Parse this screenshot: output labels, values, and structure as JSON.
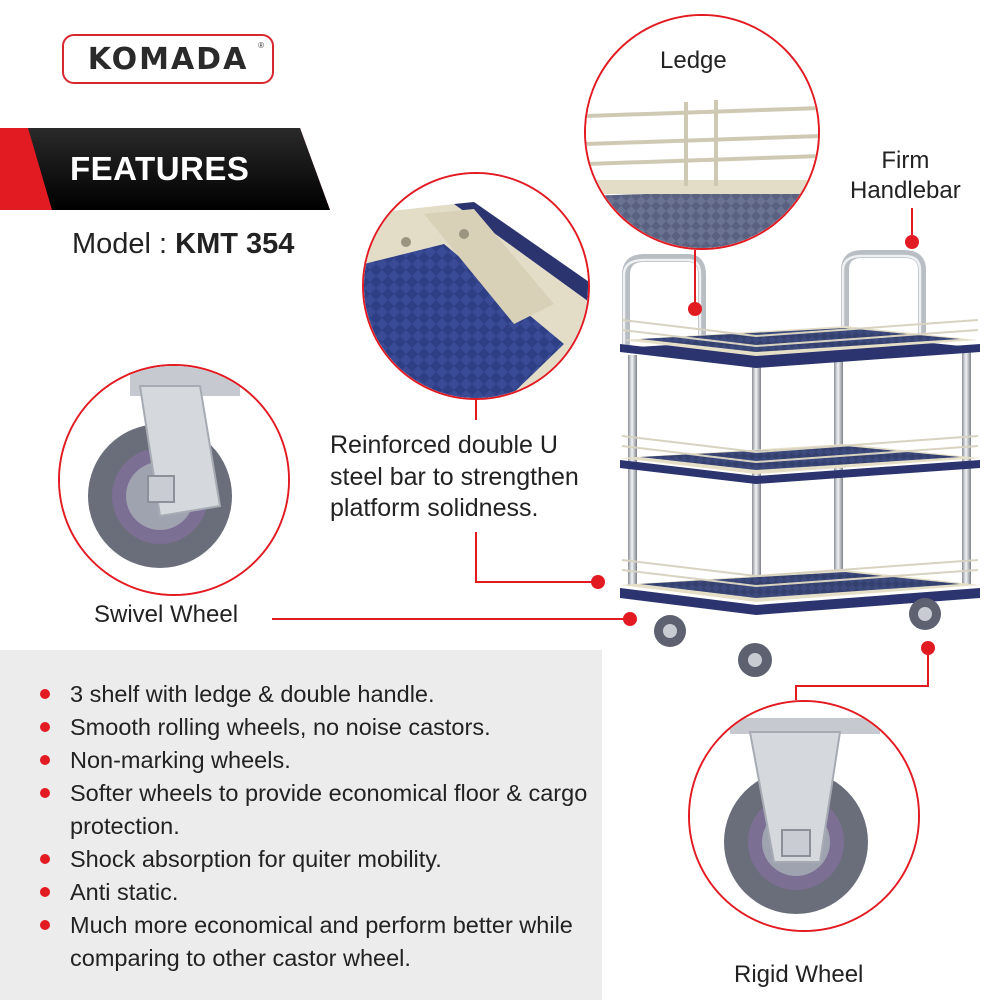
{
  "brand": {
    "name": "KOMADA",
    "registered": "®"
  },
  "banner": {
    "title": "FEATURES"
  },
  "model": {
    "prefix": "Model : ",
    "number": "KMT 354"
  },
  "callouts": {
    "ledge": "Ledge",
    "handlebar_line1": "Firm",
    "handlebar_line2": "Handlebar",
    "ubar_line1": "Reinforced double U",
    "ubar_line2": "steel bar to strengthen",
    "ubar_line3": "platform solidness.",
    "swivel": "Swivel Wheel",
    "rigid": "Rigid Wheel"
  },
  "features": [
    {
      "text": "3 shelf with ledge & double handle."
    },
    {
      "text": "Smooth rolling wheels, no noise castors."
    },
    {
      "text": "Non-marking wheels."
    },
    {
      "text": "Softer wheels to provide economical floor & cargo protection."
    },
    {
      "text": "Shock absorption for quiter mobility."
    },
    {
      "text": "Anti static."
    },
    {
      "text": "Much more economical and perform better while comparing to other castor wheel."
    }
  ],
  "colors": {
    "accent": "#e21b23",
    "banner_dark": "#111111",
    "panel_bg": "#ececec",
    "shelf_navy": "#2c3470",
    "shelf_beige": "#e6dfc8",
    "chrome": "#c8ccd2"
  }
}
